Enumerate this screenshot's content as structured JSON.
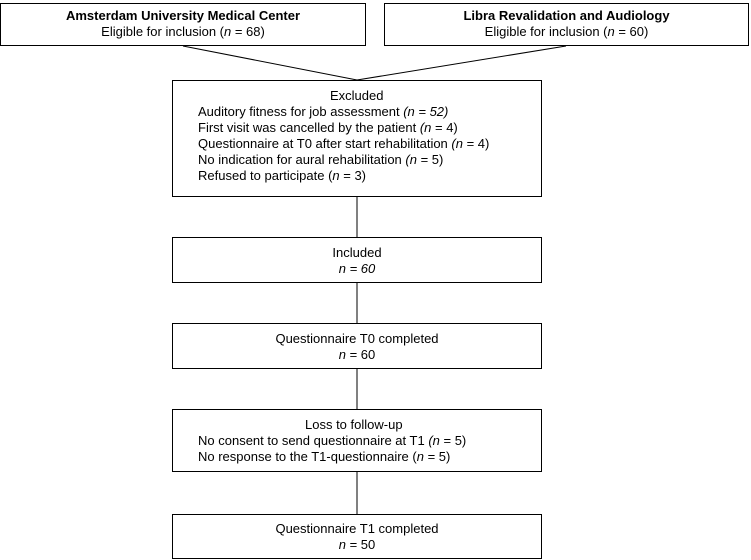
{
  "sites": [
    {
      "name": "Amsterdam University Medical Center",
      "eligible_prefix": "Eligible for inclusion (",
      "n": "n",
      "eq": " = 68)"
    },
    {
      "name": "Libra Revalidation and Audiology",
      "eligible_prefix": "Eligible for inclusion (",
      "n": "n",
      "eq": " = 60)"
    }
  ],
  "excluded": {
    "title": "Excluded",
    "items": [
      {
        "text": "Auditory fitness for job assessment ",
        "n": "(n = 52)",
        "rest": ""
      },
      {
        "text": "First visit was cancelled by the patient ",
        "n": "(n",
        "rest": " = 4)"
      },
      {
        "text": "Questionnaire at T0 after start rehabilitation ",
        "n": "(n",
        "rest": " = 4)"
      },
      {
        "text": "No indication for aural rehabilitation ",
        "n": "(n",
        "rest": " = 5)"
      },
      {
        "text": "Refused to participate (",
        "n": "n",
        "rest": " = 3)"
      }
    ]
  },
  "included": {
    "title": "Included",
    "n": "n = 60"
  },
  "t0": {
    "title": "Questionnaire T0 completed",
    "n": "n",
    "eq": " = 60"
  },
  "loss": {
    "title": "Loss to follow-up",
    "items": [
      {
        "text": "No consent to send questionnaire at T1 ",
        "n": "(n",
        "rest": " = 5)"
      },
      {
        "text": "No response to the T1-questionnaire (",
        "n": "n",
        "rest": " = 5)"
      }
    ]
  },
  "t1": {
    "title": "Questionnaire T1 completed",
    "n": "n",
    "eq": " = 50"
  }
}
